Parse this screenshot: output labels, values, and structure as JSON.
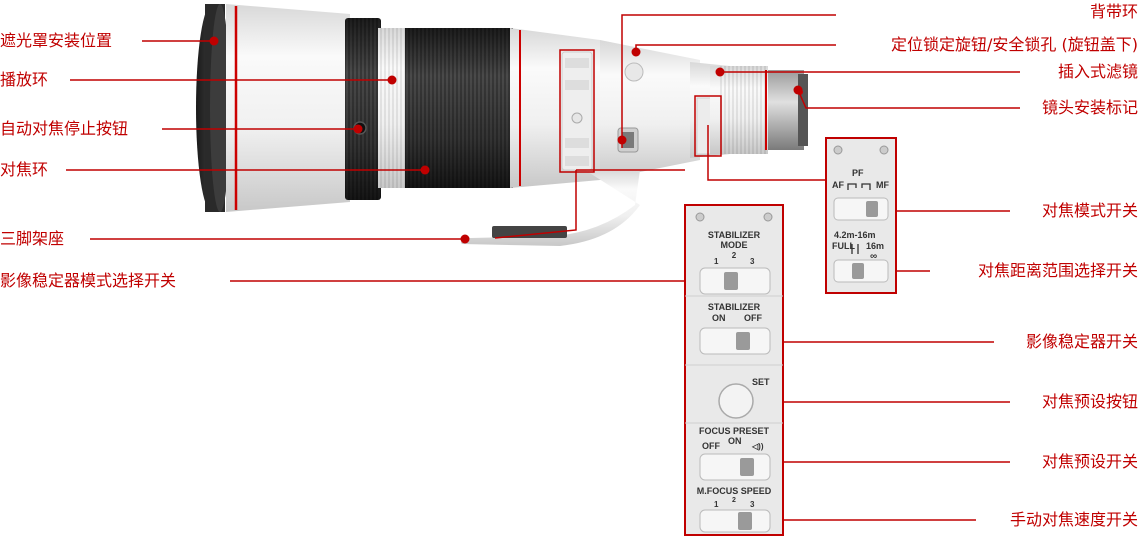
{
  "labels": {
    "hood_mount": "遮光罩安装位置",
    "playback_ring": "播放环",
    "af_stop_button": "自动对焦停止按钮",
    "focus_ring": "对焦环",
    "tripod_mount": "三脚架座",
    "is_mode_switch": "影像稳定器模式选择开关",
    "strap_mount": "背带环",
    "lock_knob": "定位锁定旋钮/安全锁孔 (旋钮盖下)",
    "drop_in_filter": "插入式滤镜",
    "mount_index": "镜头安装标记",
    "focus_mode_switch": "对焦模式开关",
    "distance_range_switch": "对焦距离范围选择开关",
    "stabilizer_switch": "影像稳定器开关",
    "focus_preset_button": "对焦预设按钮",
    "focus_preset_switch": "对焦预设开关",
    "mf_speed_switch": "手动对焦速度开关"
  },
  "panel_main": {
    "stabilizer_mode": "STABILIZER\nMODE",
    "mode_1": "1",
    "mode_2": "2",
    "mode_3": "3",
    "stabilizer": "STABILIZER",
    "on": "ON",
    "off": "OFF",
    "set": "SET",
    "focus_preset": "FOCUS PRESET",
    "preset_off": "OFF",
    "preset_on": "ON",
    "sound_icon": "◁))",
    "mfocus_speed": "M.FOCUS SPEED",
    "speed_1": "1",
    "speed_2": "2",
    "speed_3": "3"
  },
  "panel_focus": {
    "af": "AF",
    "pf": "PF",
    "mf": "MF",
    "range": "4.2m-16m",
    "full": "FULL",
    "sixteen": "16m",
    "infinity": "∞"
  },
  "colors": {
    "accent": "#c00000",
    "lens_white": "#f2f2f2",
    "lens_dark": "#2e2e2e"
  }
}
